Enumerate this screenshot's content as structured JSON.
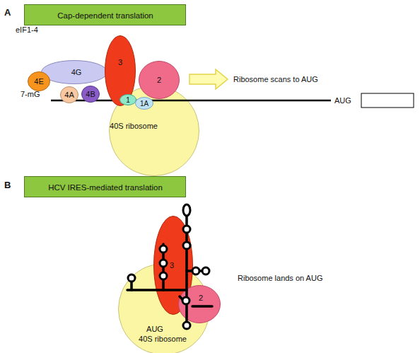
{
  "diagram": {
    "nodes": [
      {
        "text": [
          "Cap-dependent translation"
        ]
      },
      {
        "text": [
          "4G"
        ]
      },
      {
        "text": [
          "3"
        ]
      },
      {
        "text": [
          "2"
        ]
      },
      {
        "text": [
          "4E"
        ]
      },
      {
        "text": [
          "4A"
        ]
      },
      {
        "text": [
          "4B"
        ]
      },
      {
        "text": [
          "1"
        ]
      },
      {
        "text": [
          "1A"
        ]
      },
      {
        "text": [
          "40S ribosome"
        ]
      },
      {
        "text": [
          "HCV IRES-mediated translation"
        ]
      },
      {
        "text": [
          "3"
        ]
      },
      {
        "text": [
          "2"
        ]
      },
      {
        "text": [
          "AUG",
          "40S ribosome"
        ]
      }
    ],
    "labels": [
      "A",
      "eIF1-4",
      "7-mG",
      "Ribosome scans to AUG",
      "AUG",
      "B",
      "Ribosome lands on AUG"
    ]
  }
}
